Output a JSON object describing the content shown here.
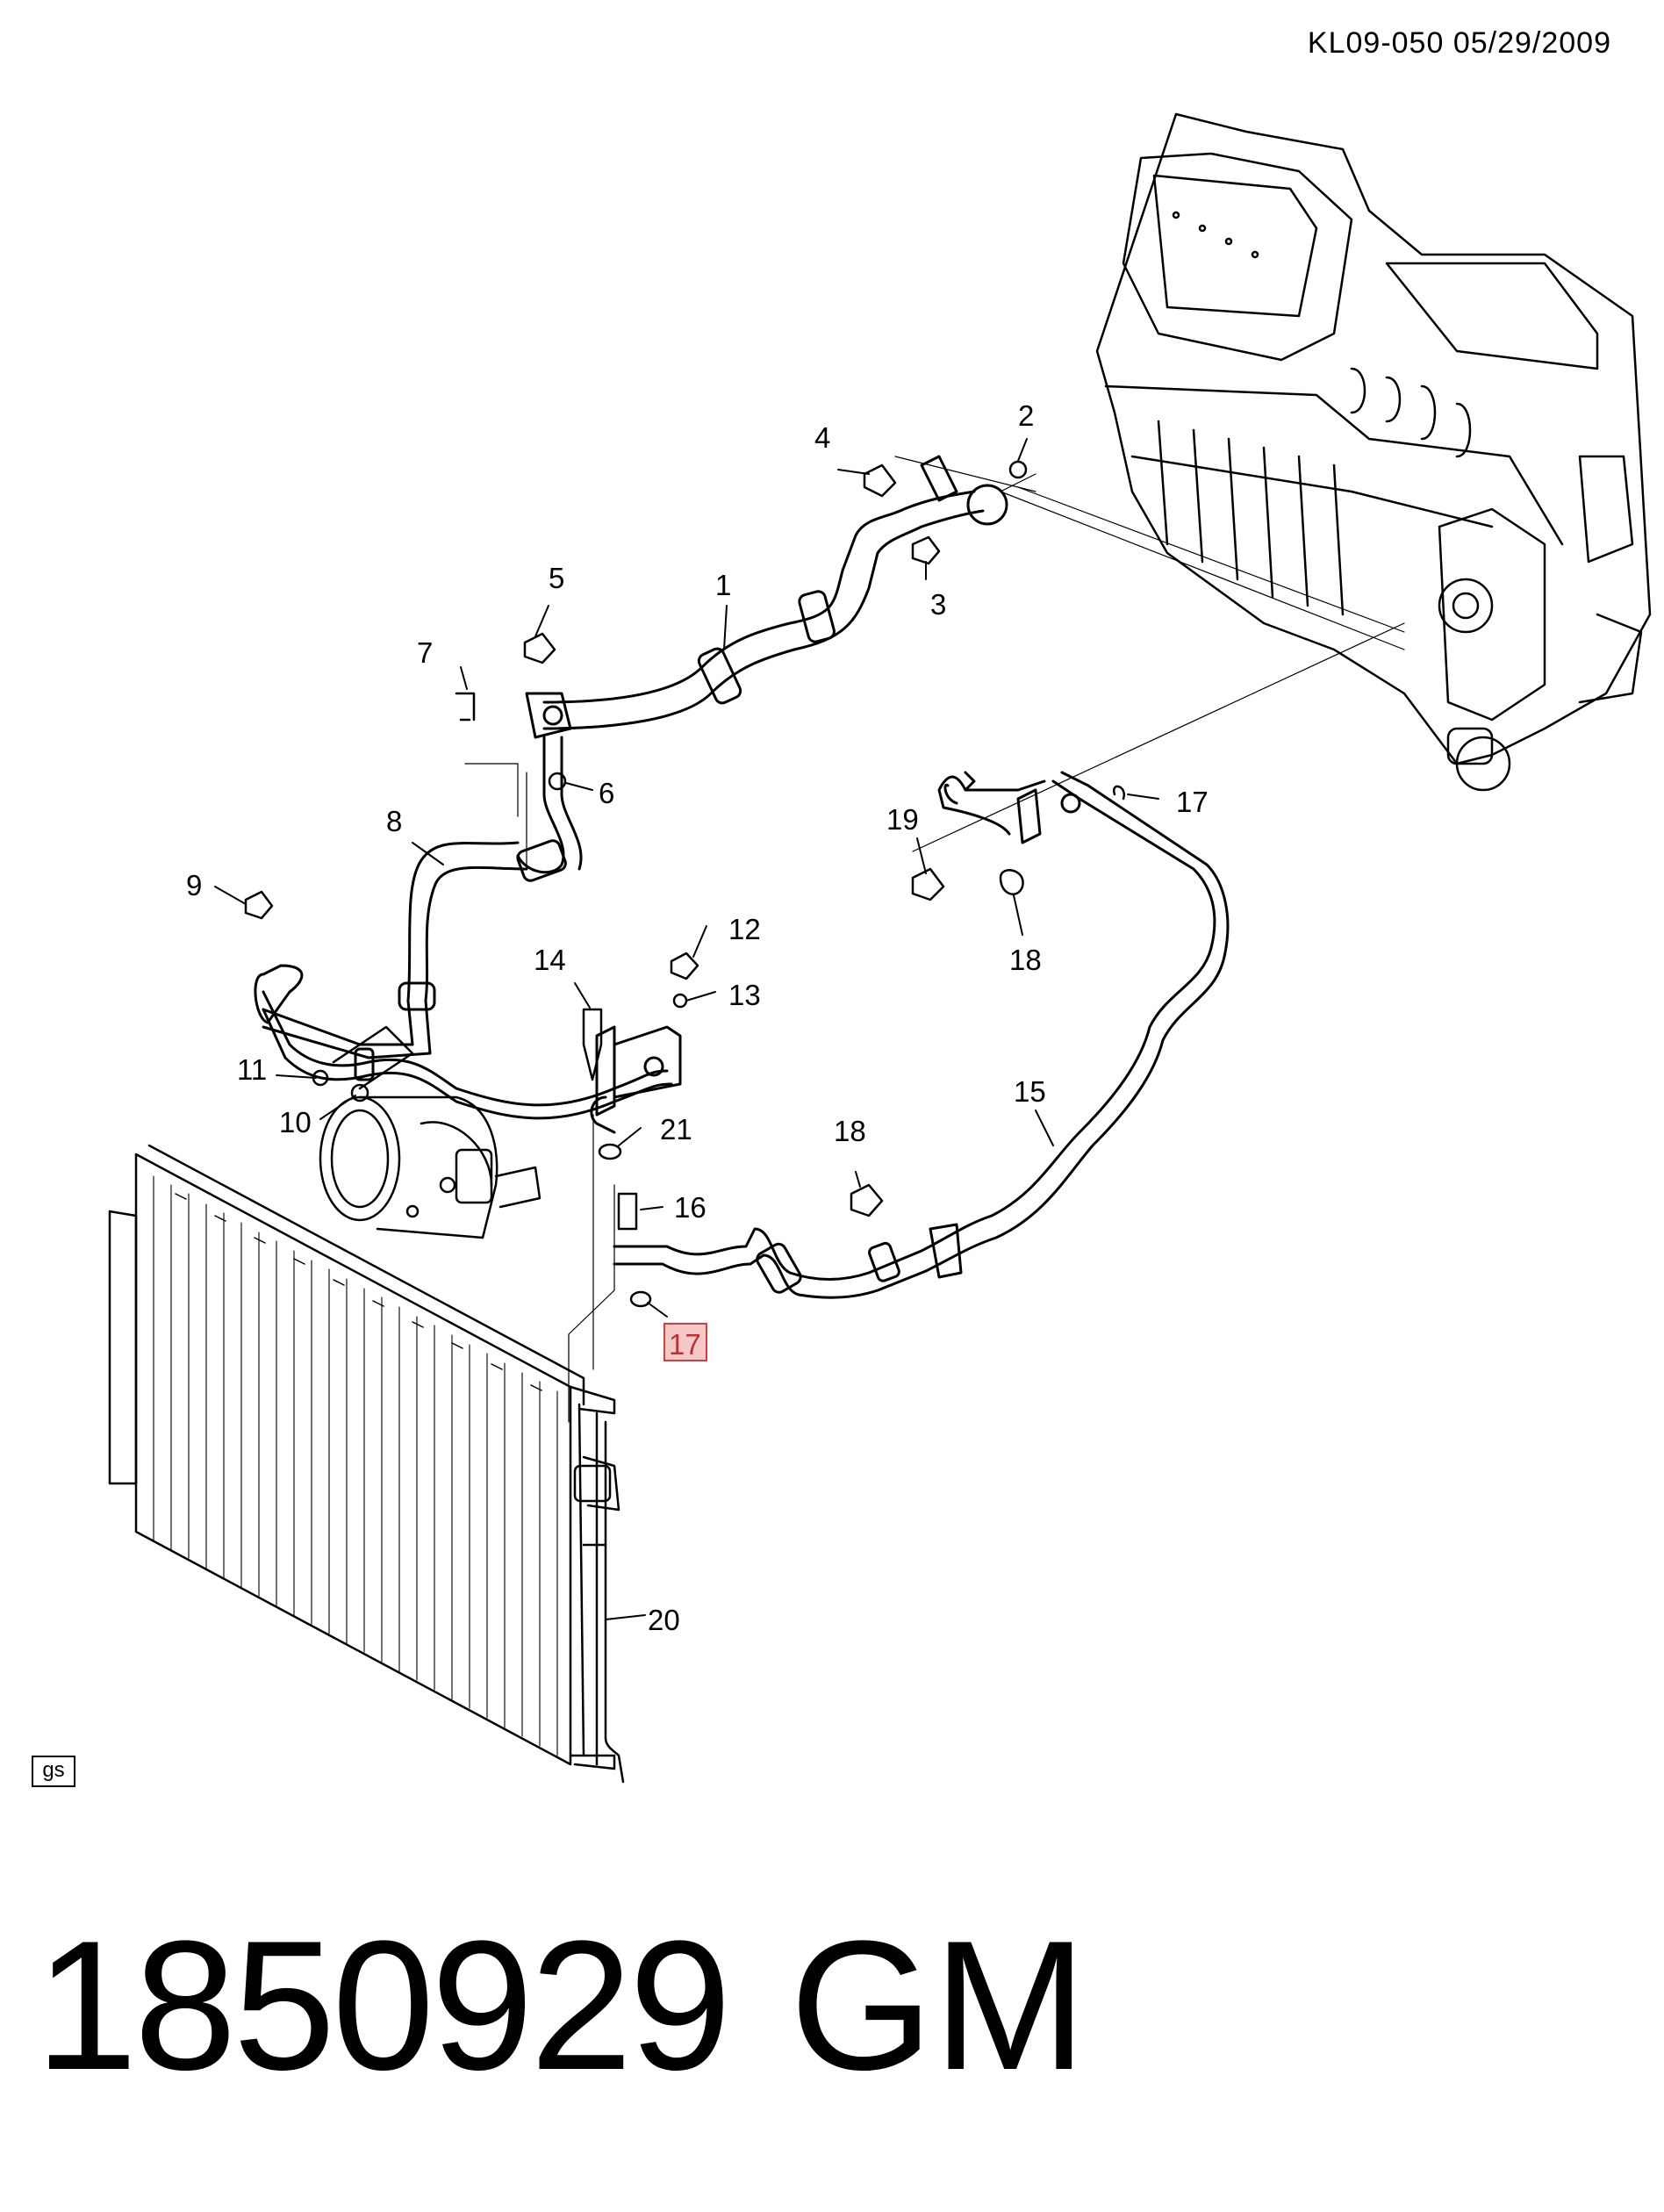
{
  "header": {
    "diagram_code": "KL09-050  05/29/2009"
  },
  "callouts": {
    "c1": "1",
    "c2": "2",
    "c3": "3",
    "c4": "4",
    "c5": "5",
    "c6": "6",
    "c7": "7",
    "c8": "8",
    "c9": "9",
    "c10": "10",
    "c11": "11",
    "c12": "12",
    "c13": "13",
    "c14": "14",
    "c15": "15",
    "c16": "16",
    "c17a": "17",
    "c17b": "17",
    "c18a": "18",
    "c18b": "18",
    "c19": "19",
    "c20": "20",
    "c21": "21"
  },
  "highlight": {
    "part_callout": "17",
    "color": "#d04040"
  },
  "badge": {
    "label": "gs"
  },
  "footer": {
    "part_number": "1850929",
    "brand": "GM"
  }
}
